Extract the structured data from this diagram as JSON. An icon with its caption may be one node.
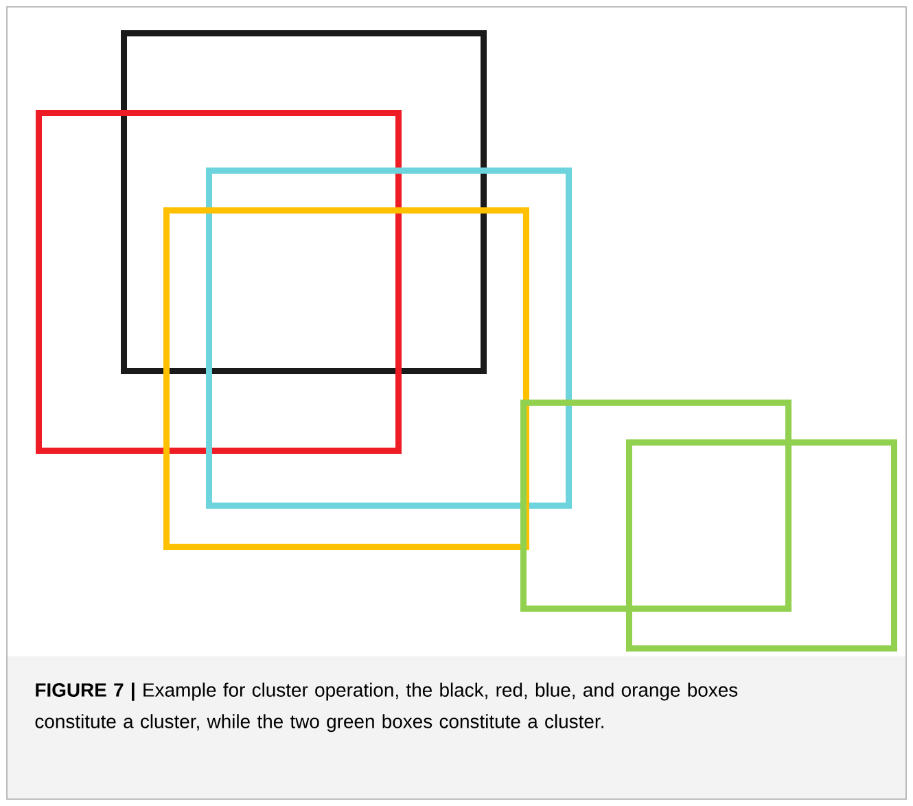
{
  "diagram": {
    "caption": "**FIGURE 7 |** Example for cluster operation, the black, red, blue, and orange boxes constitute a cluster, while the two green boxes constitute a cluster.",
    "nodes": [
      {
        "text": [],
        "shape": "box"
      },
      {
        "text": [],
        "shape": "box"
      },
      {
        "text": [],
        "shape": "box"
      },
      {
        "text": [],
        "shape": "box"
      },
      {
        "text": [],
        "shape": "box"
      },
      {
        "text": [],
        "shape": "box"
      }
    ]
  }
}
